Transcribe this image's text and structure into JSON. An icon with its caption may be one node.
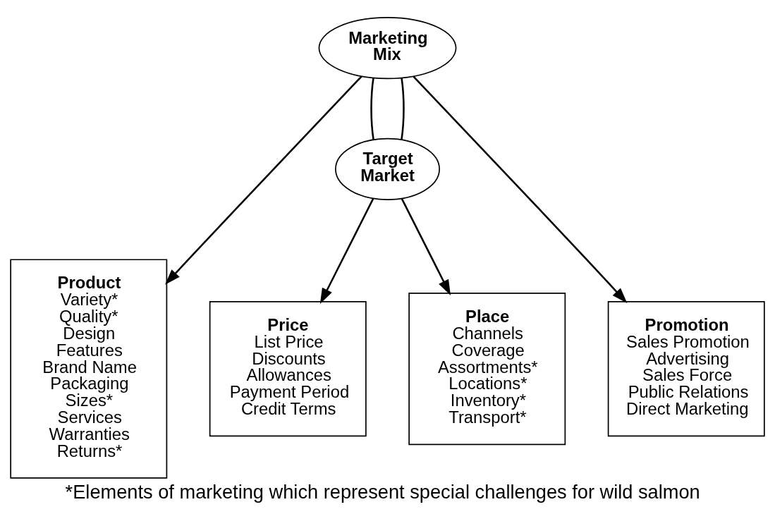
{
  "diagram": {
    "caption": "*Elements of marketing which represent special challenges for wild salmon",
    "nodes": [
      {
        "text": [
          "Marketing Mix"
        ]
      },
      {
        "text": [
          "Target Market"
        ]
      },
      {
        "text": [
          "Product",
          "Variety*",
          "Quality*",
          "Design",
          "Features",
          "Brand Name",
          "Packaging",
          "Sizes*",
          "Services",
          "Warranties",
          "Returns*"
        ]
      },
      {
        "text": [
          "Price",
          "List Price",
          "Discounts",
          "Allowances",
          "Payment Period",
          "Credit Terms"
        ]
      },
      {
        "text": [
          "Place",
          "Channels",
          "Coverage",
          "Assortments*",
          "Locations*",
          "Inventory*",
          "Transport*"
        ]
      },
      {
        "text": [
          "Promotion",
          "Sales Promotion",
          "Advertising",
          "Sales Force",
          "Public Relations",
          "Direct Marketing"
        ]
      }
    ],
    "edges": [
      {
        "from": 0,
        "to": 2,
        "arrow": "to"
      },
      {
        "from": 0,
        "to": 1,
        "arrow": "none"
      },
      {
        "from": 0,
        "to": 1,
        "arrow": "none"
      },
      {
        "from": 1,
        "to": 3,
        "arrow": "to"
      },
      {
        "from": 1,
        "to": 4,
        "arrow": "to"
      },
      {
        "from": 0,
        "to": 5,
        "arrow": "to"
      }
    ]
  }
}
